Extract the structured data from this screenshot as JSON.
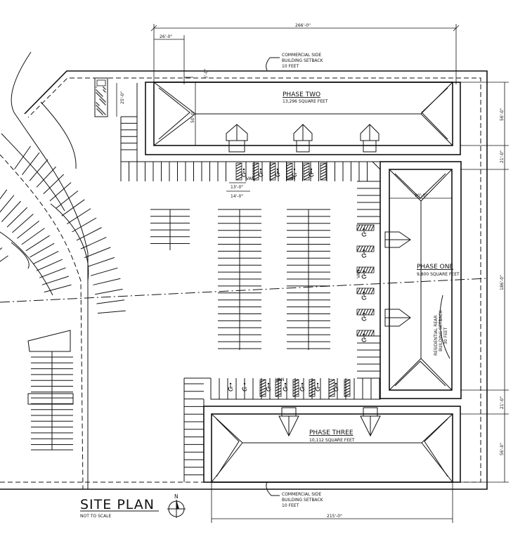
{
  "title": "SITE PLAN",
  "subtitle": "NOT TO SCALE",
  "north_label": "N",
  "phases": [
    {
      "name": "PHASE TWO",
      "area": "13,296 SQUARE FEET"
    },
    {
      "name": "PHASE ONE",
      "area": "9,800 SQUARE FEET"
    },
    {
      "name": "PHASE THREE",
      "area": "10,112 SQUARE FEET"
    }
  ],
  "setback_top": [
    "COMMERCIAL SIDE",
    "BUILDING SETBACK",
    "10 FEET"
  ],
  "setback_bottom": [
    "COMMERCIAL SIDE",
    "BUILDING SETBACK",
    "10 FEET"
  ],
  "setback_rear": [
    "RESIDENTIAL REAR",
    "BUILDING SETBACK",
    "30 FEET"
  ],
  "van_label": "VAN",
  "dimensions": {
    "overall_width": "266'-0\"",
    "left_offset": "26'-0\"",
    "small_gap": "5'-0\"",
    "phase_two_left_depth": "50'-0\"",
    "corner_setback": "25'-0\"",
    "right_top": "56'-0\"",
    "right_drive_top": "21'-0\"",
    "right_middle": "186'-0\"",
    "right_drive_bottom": "21'-0\"",
    "right_bottom": "56'-0\"",
    "bottom_width": "215'-0\"",
    "phase_one_width": "50'-0\"",
    "stall_13": "13'-0\"",
    "stall_14": "14'-0\""
  }
}
